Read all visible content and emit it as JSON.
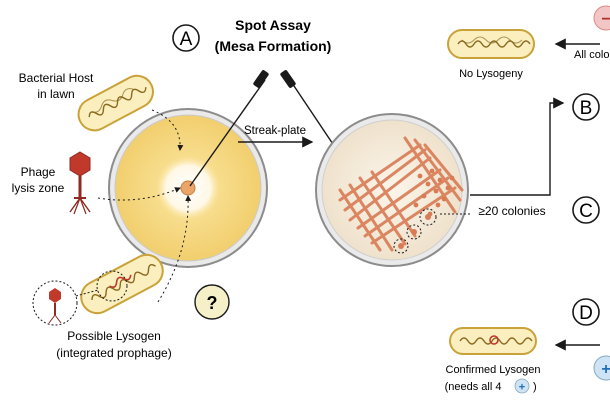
{
  "title": {
    "line1": "Spot Assay",
    "line2": "(Mesa Formation)"
  },
  "panel_labels": {
    "a": "A",
    "b": "B",
    "c": "C",
    "d": "D"
  },
  "host_label": {
    "line1": "Bacterial Host",
    "line2": "in lawn"
  },
  "phage_label": {
    "line1": "Phage",
    "line2": "lysis zone"
  },
  "lysogen_label": {
    "line1": "Possible Lysogen",
    "line2": "(integrated prophage)"
  },
  "question_mark": "?",
  "streak_label": "Streak-plate",
  "colonies_label": "≥20 colonies",
  "no_lysogeny_label": "No Lysogeny",
  "all_colonies_label": "All colo",
  "confirmed_label": {
    "line1": "Confirmed Lysogen",
    "line2_prefix": "(needs all 4",
    "line2_suffix": ")"
  },
  "minus_symbol": "−",
  "plus_symbol": "+",
  "colors": {
    "lawn": "#f7dc8a",
    "lawn_rim": "#9a9a9a",
    "plate_bg": "#f7efe2",
    "streak": "#d97b55",
    "capsule_fill": "#fbefc0",
    "capsule_stroke": "#c9a23a",
    "dna": "#8a6a1e",
    "prophage": "#c0392b",
    "phage": "#c0392b",
    "minus_badge": "#f3c6c6",
    "plus_badge": "#cfe3f7",
    "plus_text": "#1f6fb8",
    "lysogen_circle": "#f5f0c8"
  },
  "icons": [
    "bacterium-icon",
    "phage-icon",
    "pipette-icon",
    "question-icon",
    "arrow-icon"
  ]
}
